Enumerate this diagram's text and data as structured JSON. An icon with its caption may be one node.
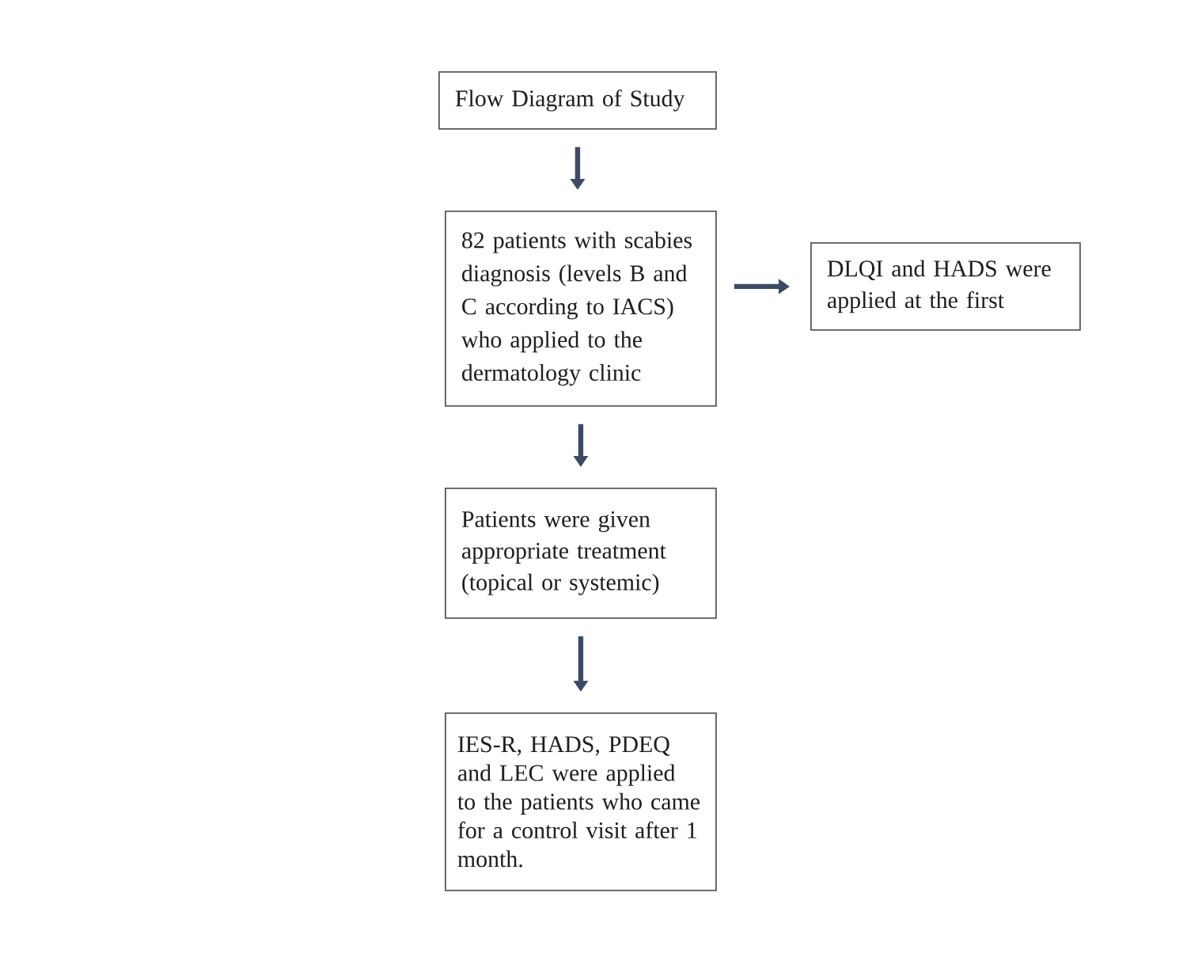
{
  "diagram": {
    "nodes": [
      {
        "text": [
          "Flow Diagram of Study"
        ]
      },
      {
        "text": [
          "82 patients with scabies diagnosis (levels B and C according to IACS) who applied to the dermatology clinic"
        ]
      },
      {
        "text": [
          "DLQI and HADS were applied at the first"
        ]
      },
      {
        "text": [
          "Patients were given appropriate treatment (topical or systemic)"
        ]
      },
      {
        "text": [
          "IES-R, HADS, PDEQ and LEC were applied to the patients who came for a control visit after 1 month."
        ]
      }
    ],
    "edges": [
      {
        "from": 0,
        "to": 1,
        "arrow": "to"
      },
      {
        "from": 1,
        "to": 2,
        "arrow": "to"
      },
      {
        "from": 1,
        "to": 3,
        "arrow": "to"
      },
      {
        "from": 3,
        "to": 4,
        "arrow": "to"
      }
    ]
  }
}
